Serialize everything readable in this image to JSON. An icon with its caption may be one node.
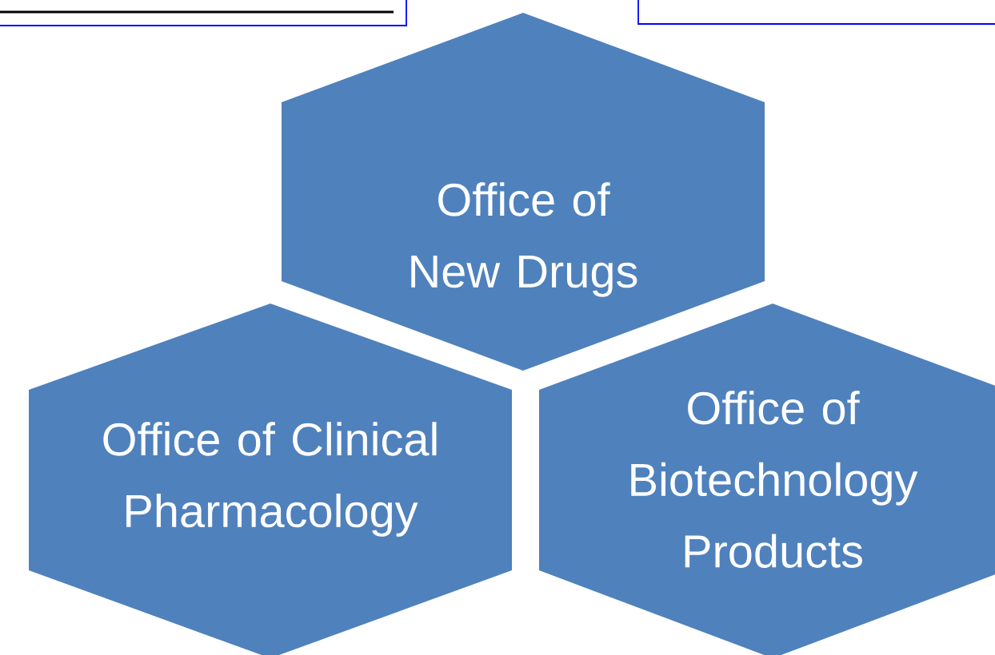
{
  "diagram": {
    "nodes": [
      {
        "text": [
          "Office of New Drugs"
        ]
      },
      {
        "text": [
          "Office of Clinical Pharmacology"
        ]
      },
      {
        "text": [
          "Office of Biotechnology Products"
        ]
      }
    ]
  }
}
